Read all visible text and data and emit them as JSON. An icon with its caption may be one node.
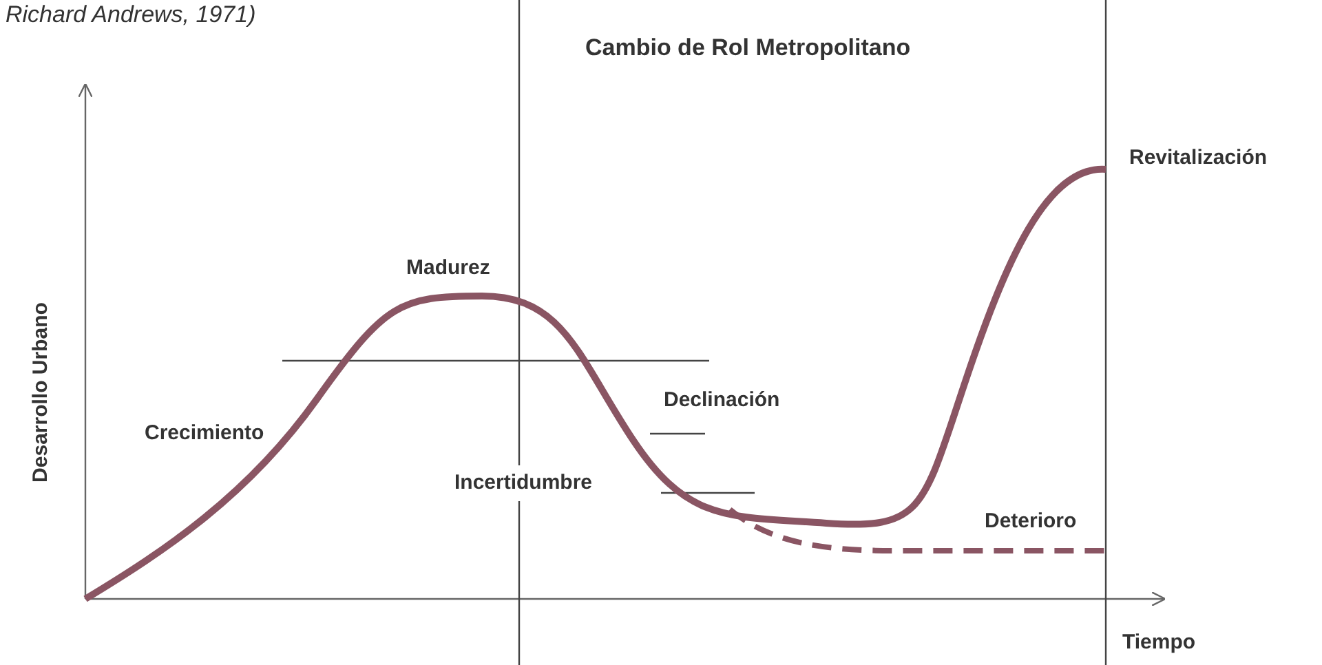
{
  "diagram": {
    "title": "Cambio de Rol Metropolitano",
    "labels": [
      "Richard Andrews, 1971)",
      "Revitalización",
      "Madurez",
      "Desarrollo Urbano",
      "Declinación",
      "Crecimiento",
      "Incertidumbre",
      "Deterioro",
      "Tiempo"
    ]
  }
}
